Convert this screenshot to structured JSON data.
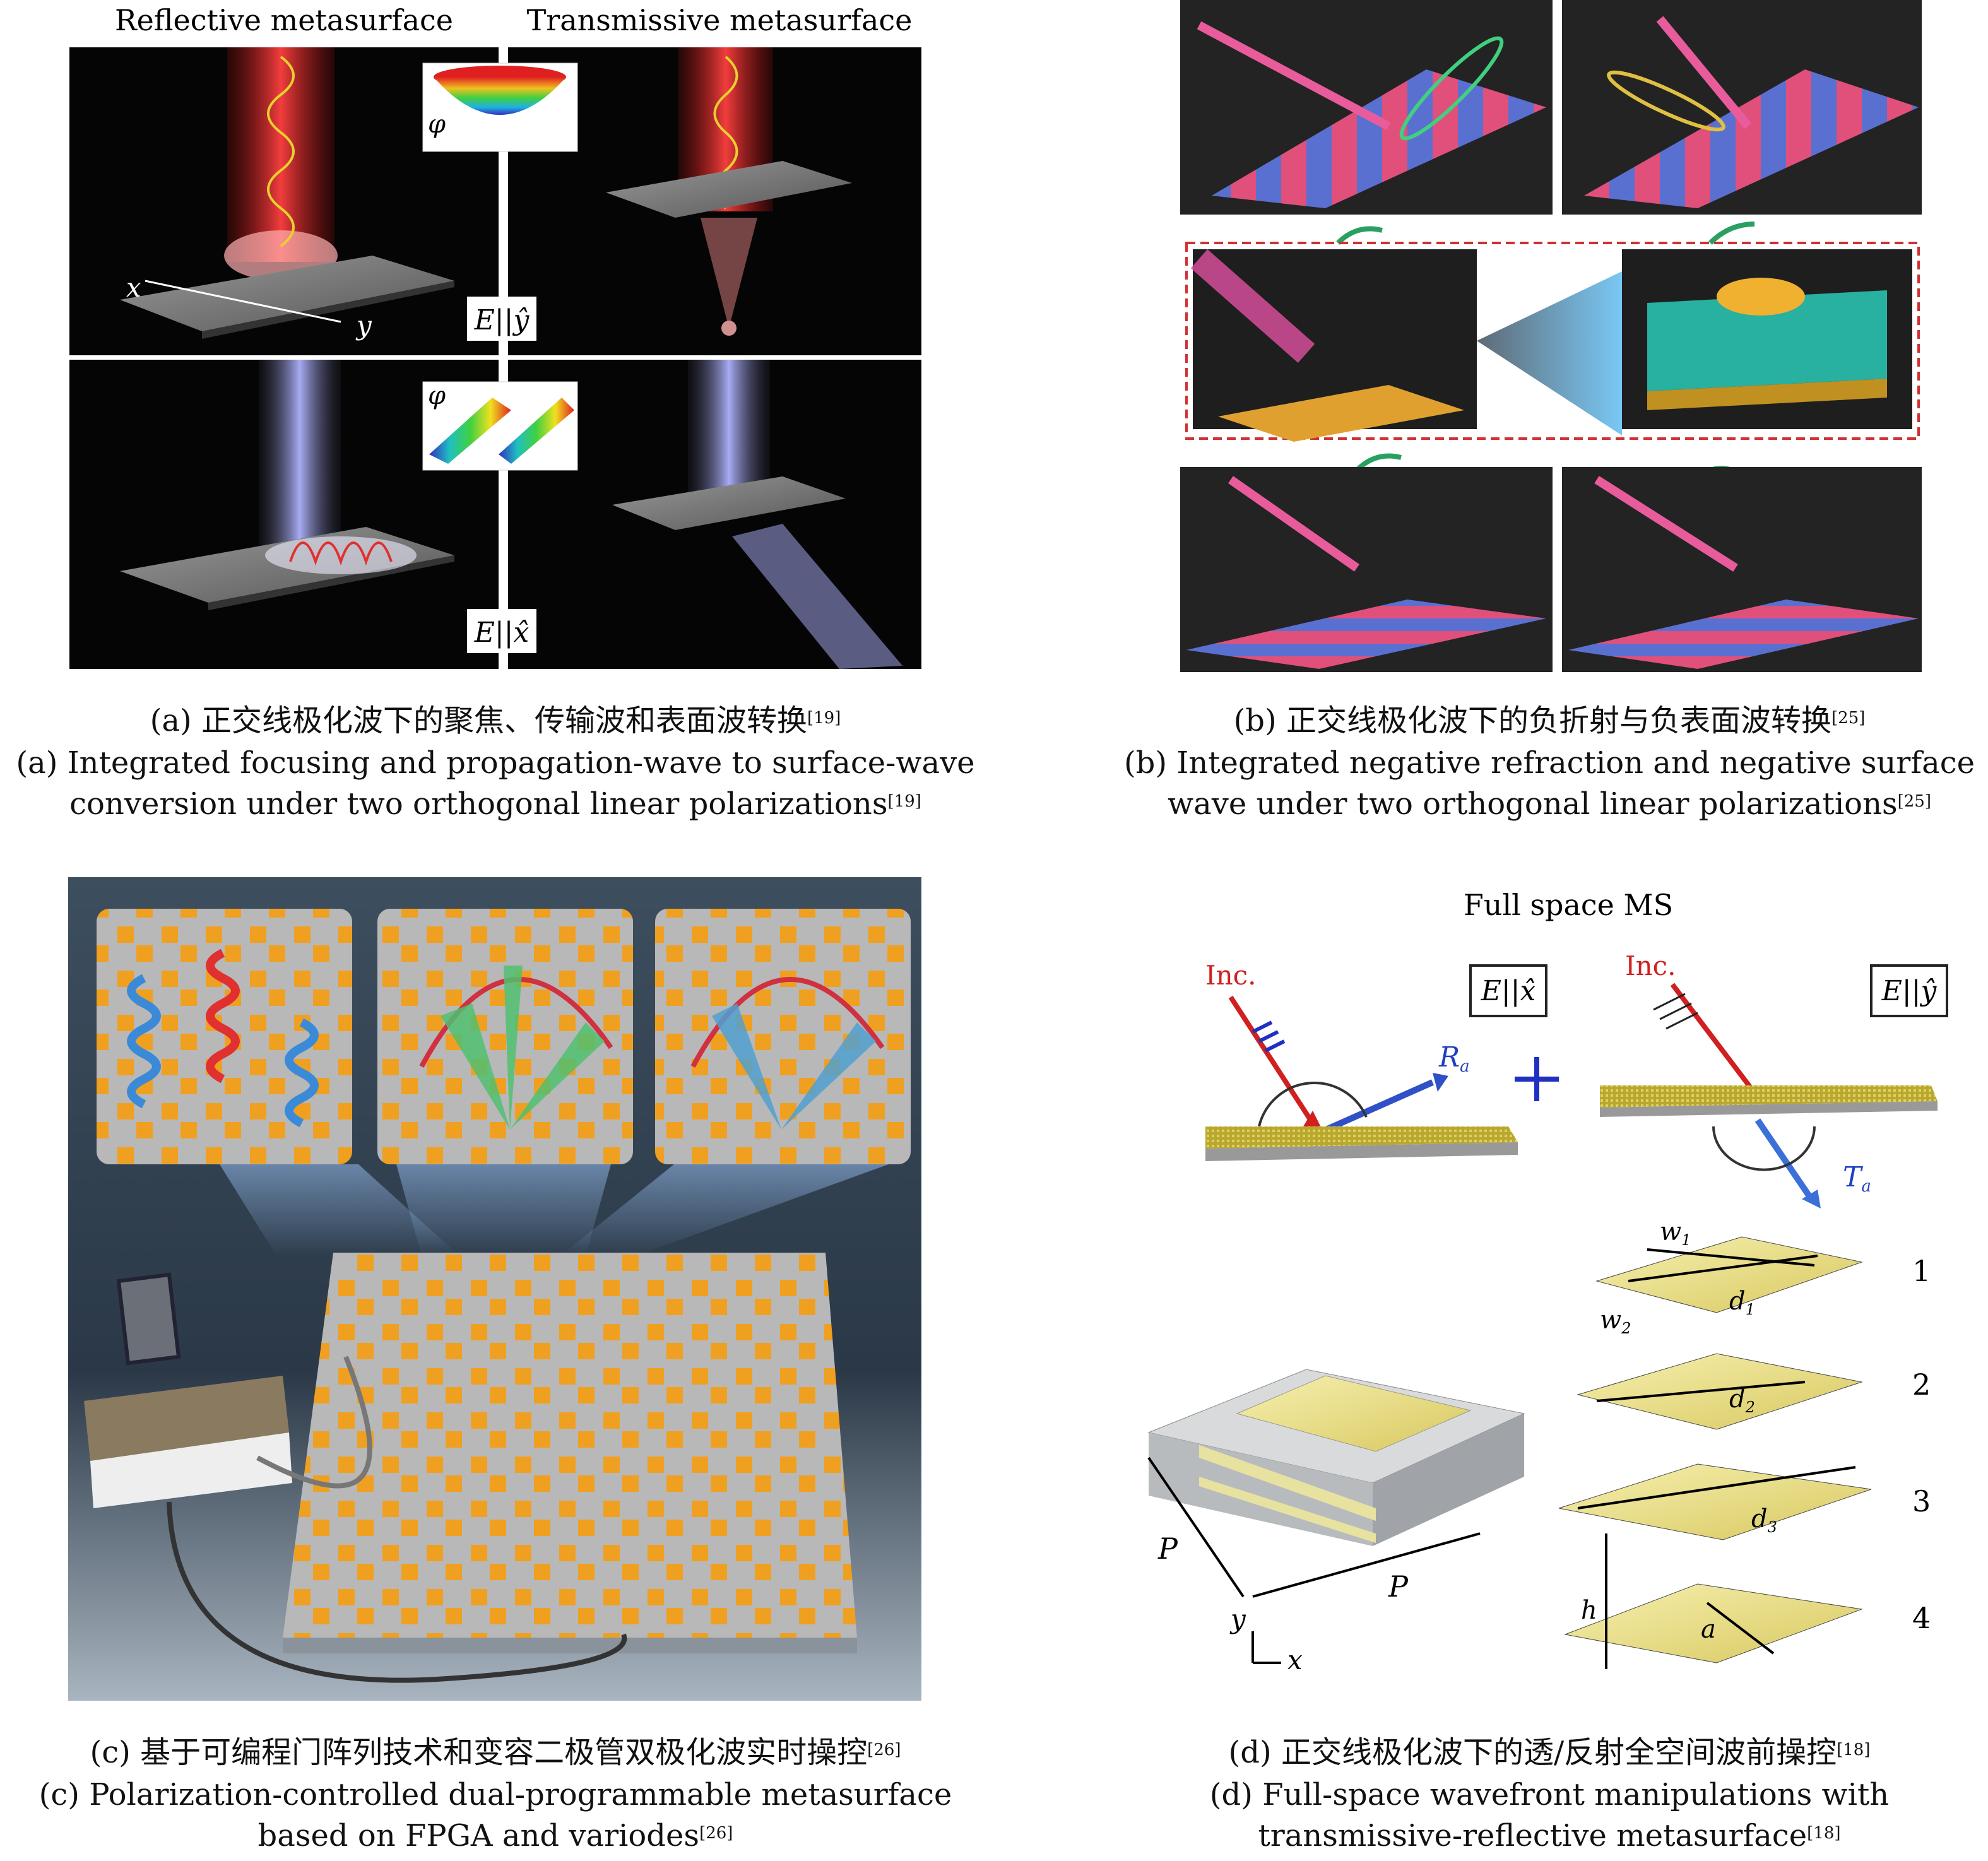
{
  "panel_a": {
    "header_left": "Reflective metasurface",
    "header_right": "Transmissive metasurface",
    "axis_x": "x",
    "axis_y": "y",
    "phi": "φ",
    "phi2": "φ",
    "e_top": "E||ŷ",
    "e_bottom": "E||x̂",
    "caption_cn": "(a) 正交线极化波下的聚焦、传输波和表面波转换",
    "caption_cn_ref": "[19]",
    "caption_en_line1": "(a) Integrated focusing and propagation-wave to surface-wave",
    "caption_en_line2": "conversion under two orthogonal linear polarizations",
    "caption_en_ref": "[19]"
  },
  "panel_b": {
    "caption_cn": "(b) 正交线极化波下的负折射与负表面波转换",
    "caption_cn_ref": "[25]",
    "caption_en_line1": "(b) Integrated negative refraction and negative surface",
    "caption_en_line2": "wave under two orthogonal linear polarizations",
    "caption_en_ref": "[25]"
  },
  "panel_c": {
    "caption_cn": "(c) 基于可编程门阵列技术和变容二极管双极化波实时操控",
    "caption_cn_ref": "[26]",
    "caption_en_line1": "(c) Polarization-controlled dual-programmable metasurface",
    "caption_en_line2": "based on FPGA and variodes",
    "caption_en_ref": "[26]"
  },
  "panel_d": {
    "title": "Full space MS",
    "inc_left": "Inc.",
    "inc_right": "Inc.",
    "e_left": "E||x̂",
    "e_right": "E||ŷ",
    "ra": "R",
    "ra_sub": "a",
    "ta": "T",
    "ta_sub": "a",
    "w1": "w",
    "w1_sub": "1",
    "w2": "w",
    "w2_sub": "2",
    "d1": "d",
    "d1_sub": "1",
    "d2": "d",
    "d2_sub": "2",
    "d3": "d",
    "d3_sub": "3",
    "h": "h",
    "a": "a",
    "p_left": "P",
    "p_bottom": "P",
    "axis_y": "y",
    "axis_x": "x",
    "layer1": "1",
    "layer2": "2",
    "layer3": "3",
    "layer4": "4",
    "caption_cn": "(d) 正交线极化波下的透/反射全空间波前操控",
    "caption_cn_ref": "[18]",
    "caption_en_line1": "(d) Full-space wavefront manipulations with",
    "caption_en_line2": "transmissive-reflective metasurface",
    "caption_en_ref": "[18]"
  }
}
